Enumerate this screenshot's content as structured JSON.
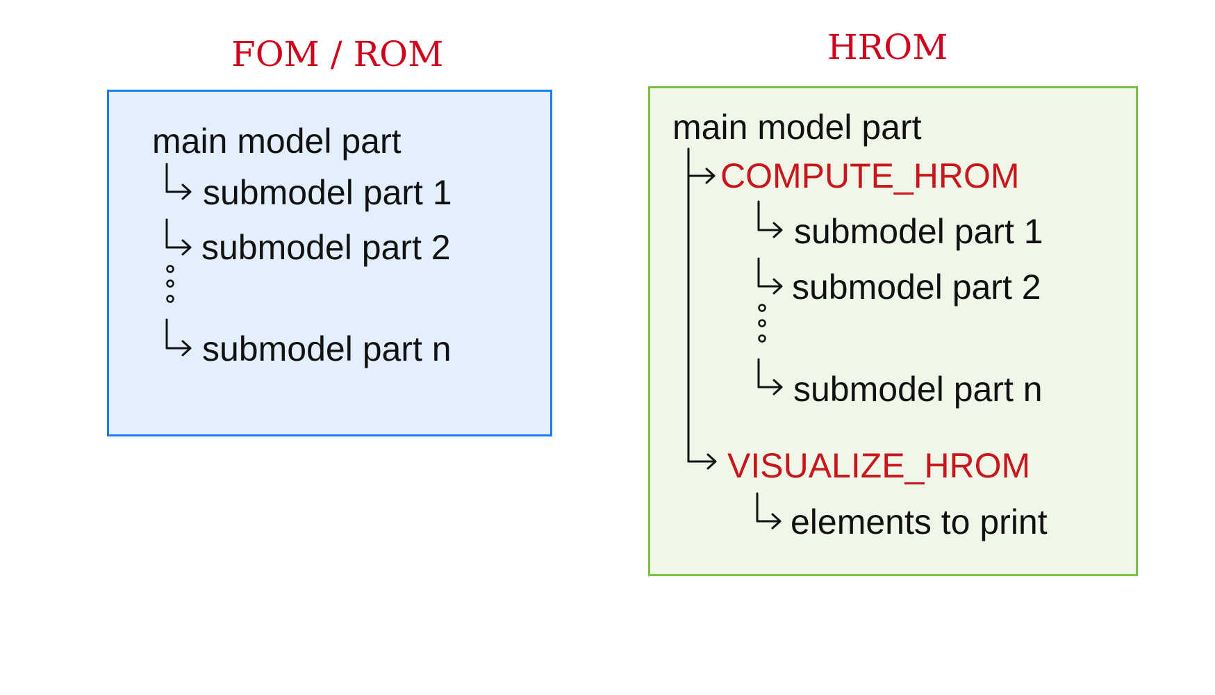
{
  "left_diagram": {
    "title": "FOM / ROM",
    "root": "main model part",
    "children": [
      "submodel part 1",
      "submodel part 2",
      "submodel part n"
    ]
  },
  "right_diagram": {
    "title": "HROM",
    "root": "main model part",
    "compute": {
      "label": "COMPUTE_HROM",
      "children": [
        "submodel part 1",
        "submodel part 2",
        "submodel part n"
      ]
    },
    "visualize": {
      "label": "VISUALIZE_HROM",
      "children": [
        "elements to print"
      ]
    }
  },
  "colors": {
    "title": "#d0021b",
    "highlight_label": "#c8161d",
    "left_fill": "#e3effd",
    "left_border": "#1f7bf0",
    "right_fill": "#f0f6e8",
    "right_border": "#7ac143"
  }
}
